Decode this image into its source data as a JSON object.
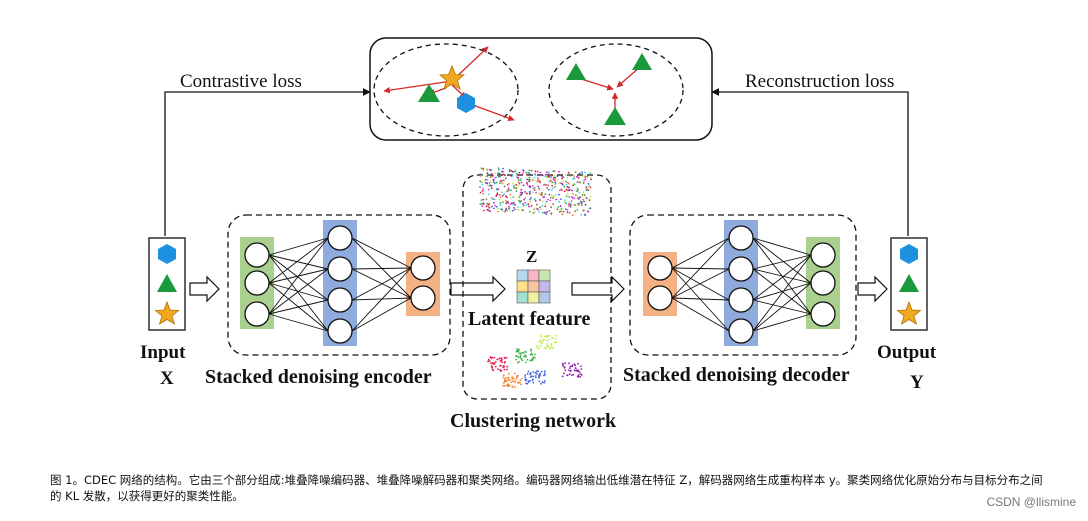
{
  "labels": {
    "contrastive_loss": "Contrastive loss",
    "reconstruction_loss": "Reconstruction loss",
    "input": "Input",
    "input_var": "X",
    "output": "Output",
    "output_var": "Y",
    "encoder": "Stacked denoising encoder",
    "decoder": "Stacked denoising decoder",
    "z": "Z",
    "latent_feature": "Latent feature",
    "clustering_network": "Clustering network"
  },
  "caption": "图 1。CDEC 网络的结构。它由三个部分组成:堆叠降噪编码器、堆叠降噪解码器和聚类网络。编码器网络输出低维潜在特征 Z，解码器网络生成重构样本 y。聚类网络优化原始分布与目标分布之间的 KL 发散，以获得更好的聚类性能。",
  "watermark": "CSDN @llismine",
  "colors": {
    "green_layer": "#a9d08e",
    "blue_layer": "#8faadc",
    "orange_layer": "#f4b183",
    "hexagon": "#1e90e0",
    "triangle": "#1a9a3a",
    "star": "#f0a820",
    "arrow_red": "#d62728"
  },
  "icons": [
    "hexagon-icon",
    "triangle-icon",
    "star-icon"
  ]
}
